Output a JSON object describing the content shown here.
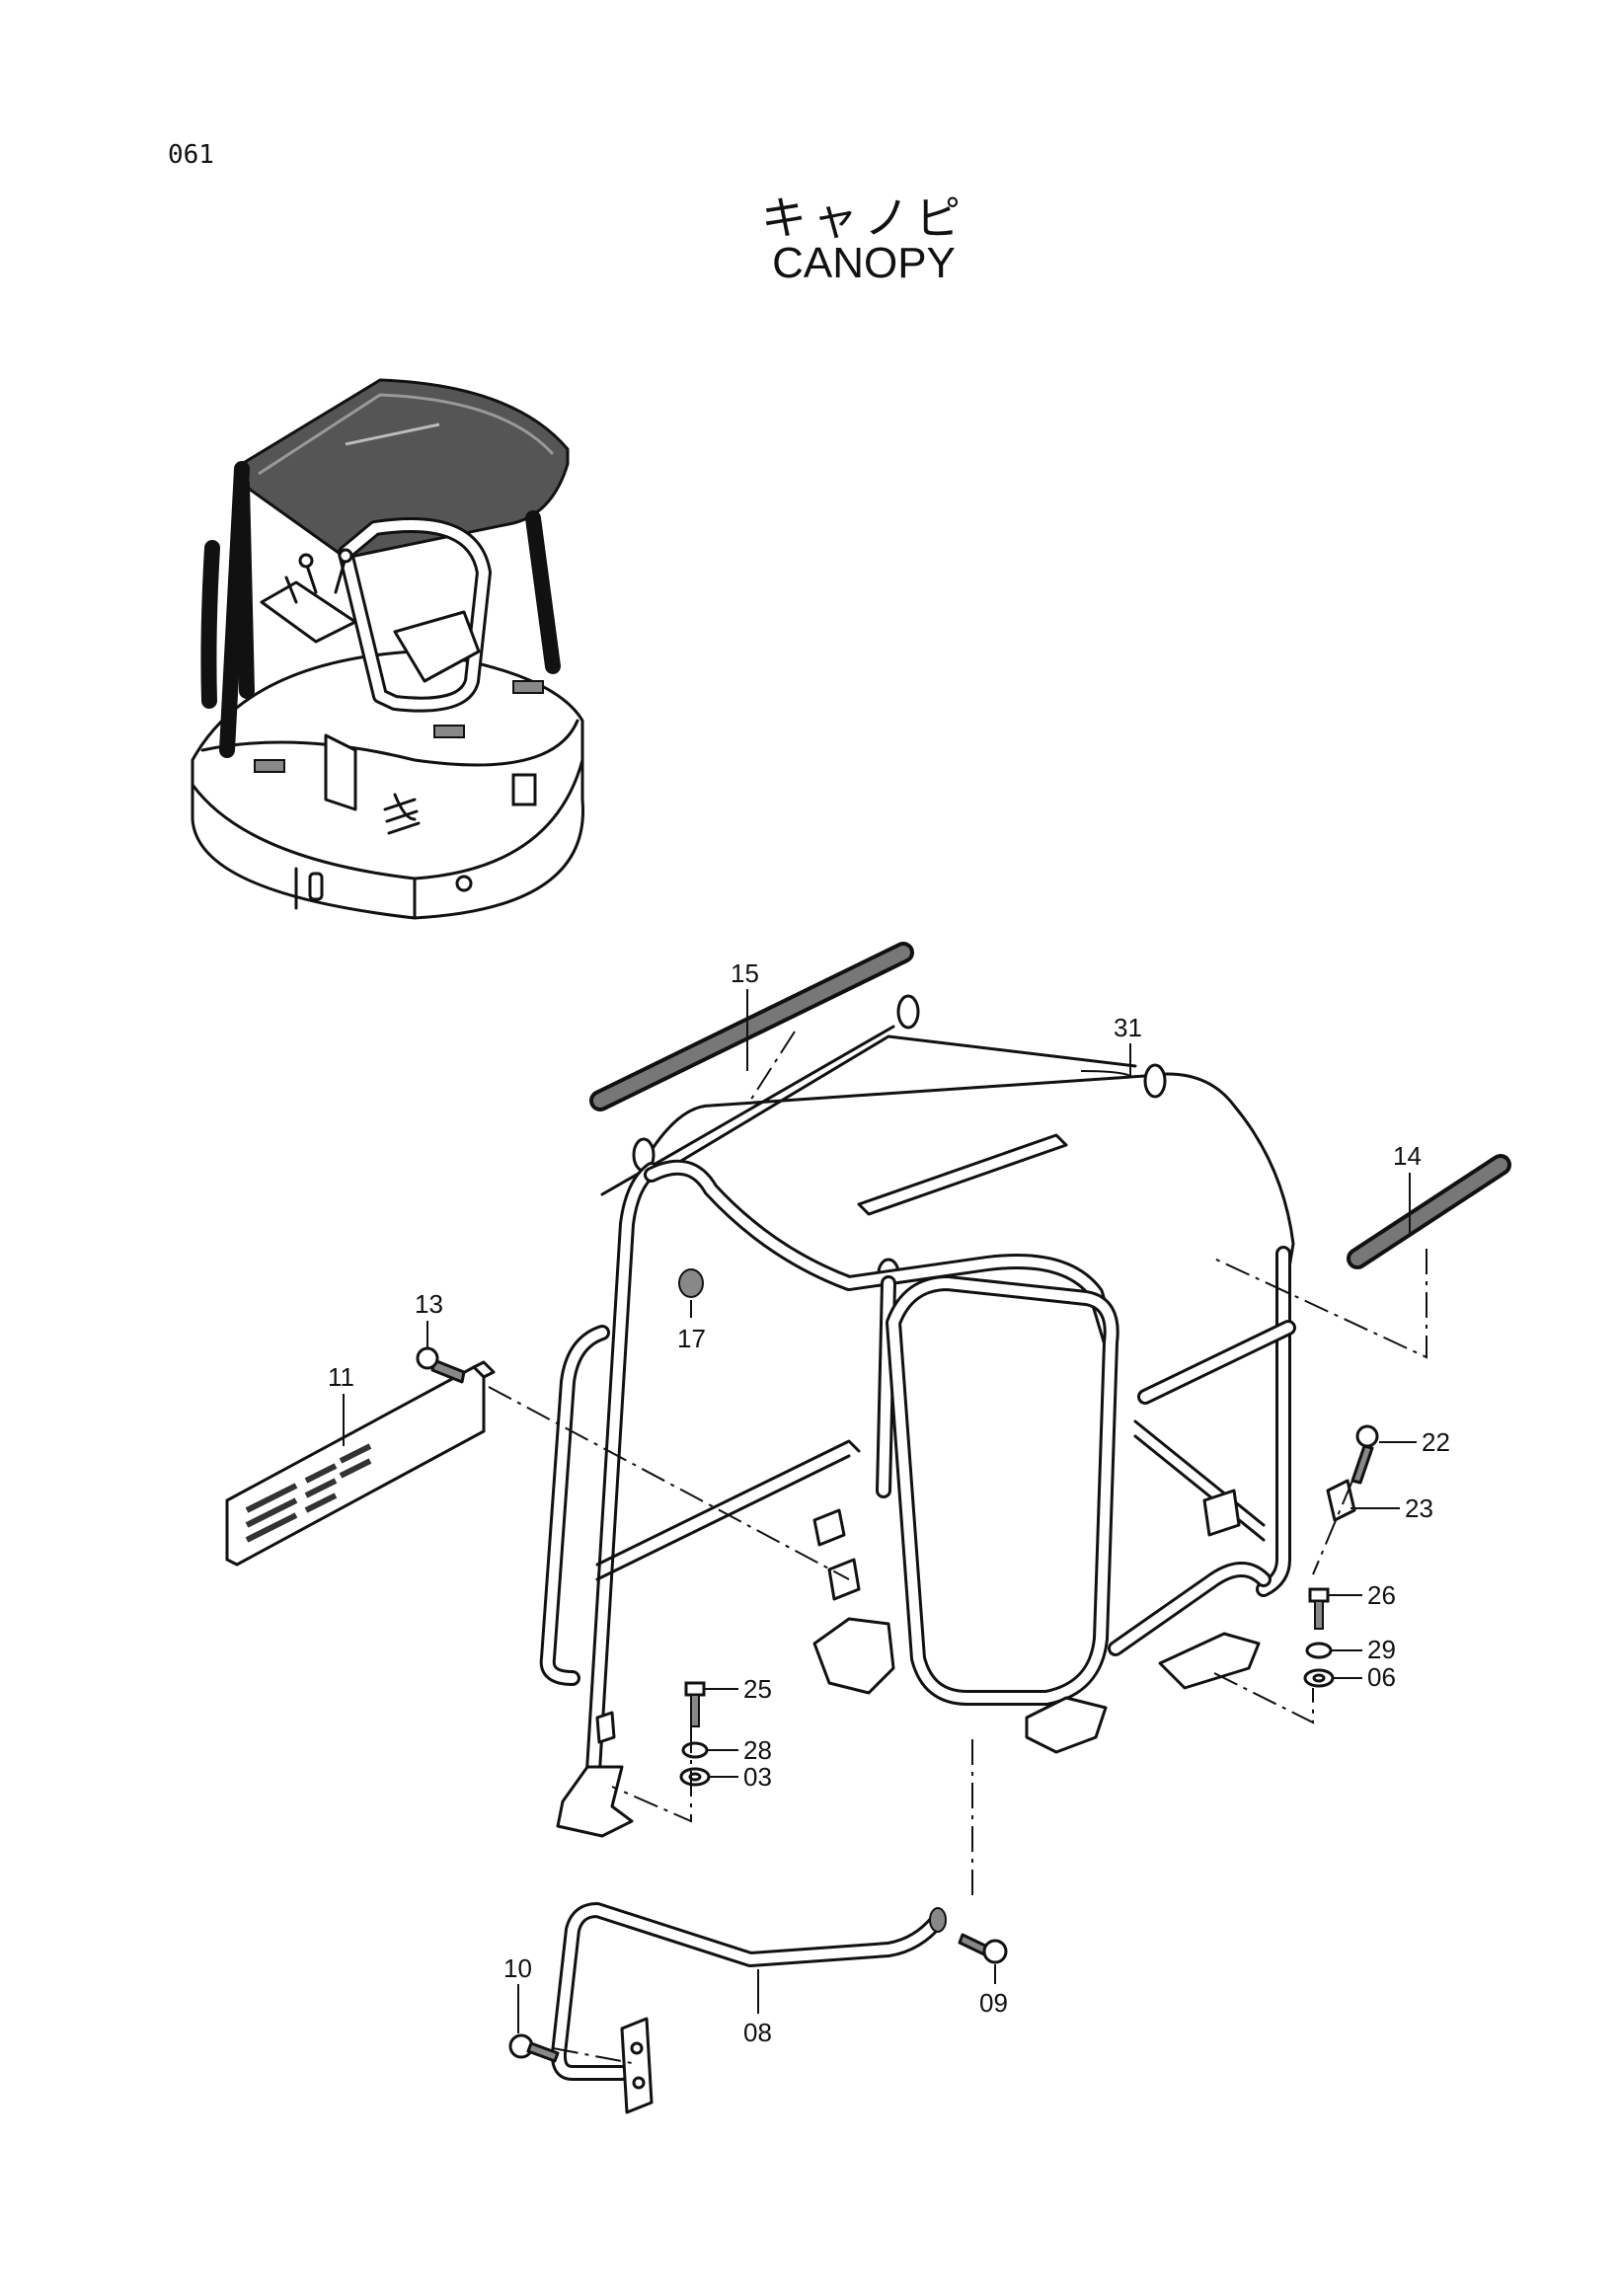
{
  "page_number": "061",
  "title_jp": "キャノピ",
  "title_en": "CANOPY",
  "callouts": [
    "15",
    "31",
    "14",
    "13",
    "11",
    "17",
    "22",
    "23",
    "26",
    "29",
    "06",
    "25",
    "28",
    "03",
    "10",
    "08",
    "09"
  ]
}
